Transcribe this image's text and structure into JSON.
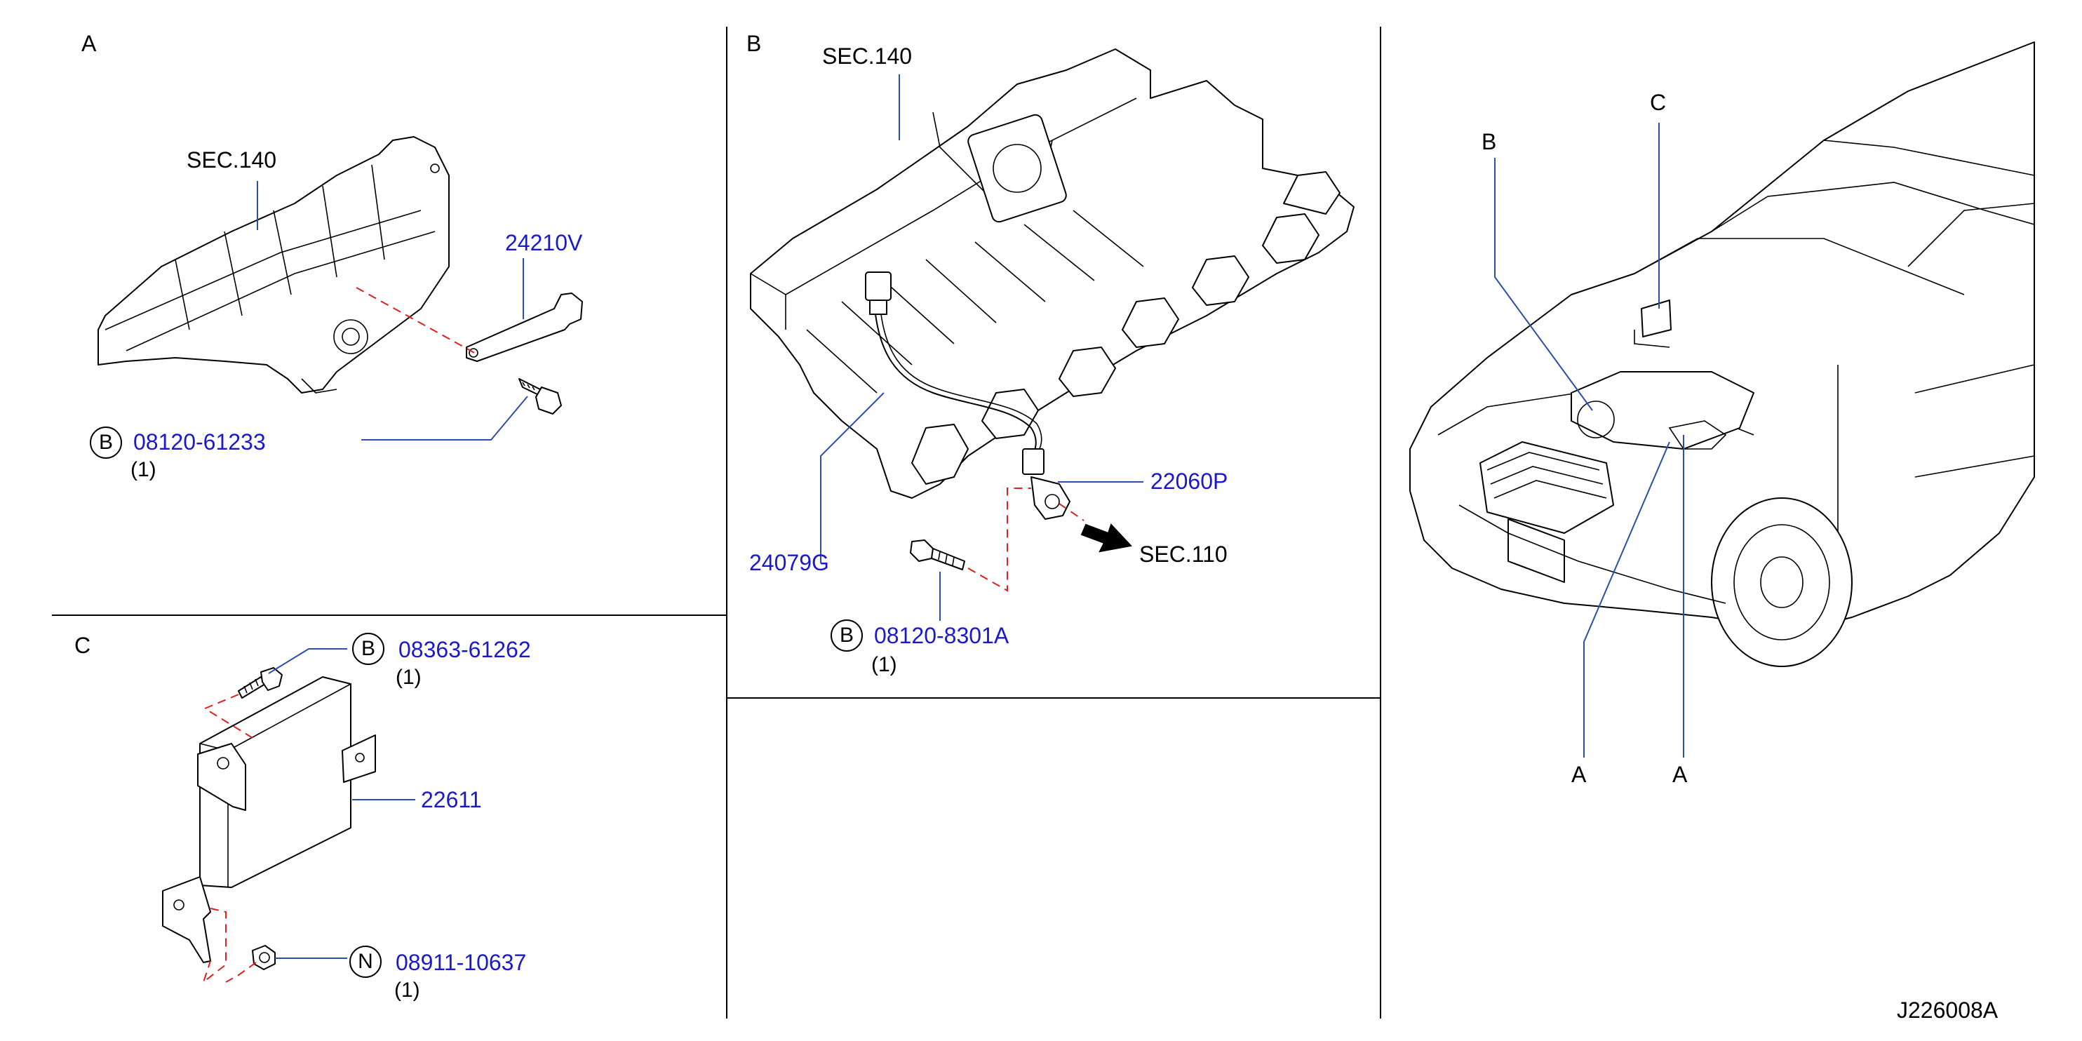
{
  "panels": {
    "a": {
      "letter": "A",
      "sec_label": "SEC.140",
      "part_sensor_bracket": "24210V",
      "bolt_ref_symbol": "B",
      "bolt_part": "08120-61233",
      "bolt_qty": "(1)"
    },
    "b": {
      "letter": "B",
      "sec_label": "SEC.140",
      "part_harness": "24079G",
      "part_knock_sensor": "22060P",
      "sec_arrow_label": "SEC.110",
      "bolt_ref_symbol": "B",
      "bolt_part": "08120-8301A",
      "bolt_qty": "(1)"
    },
    "c": {
      "letter": "C",
      "bolt_ref_symbol": "B",
      "bolt_part": "08363-61262",
      "bolt_qty": "(1)",
      "unit_part": "22611",
      "nut_ref_symbol": "N",
      "nut_part": "08911-10637",
      "nut_qty": "(1)"
    },
    "vehicle": {
      "callout_b": "B",
      "callout_c": "C",
      "callout_a_left": "A",
      "callout_a_right": "A"
    }
  },
  "diagram_id": "J226008A",
  "colors": {
    "part_number": "#1a1acc",
    "leader": "#2b4fa8",
    "phantom_line": "#e02020"
  }
}
